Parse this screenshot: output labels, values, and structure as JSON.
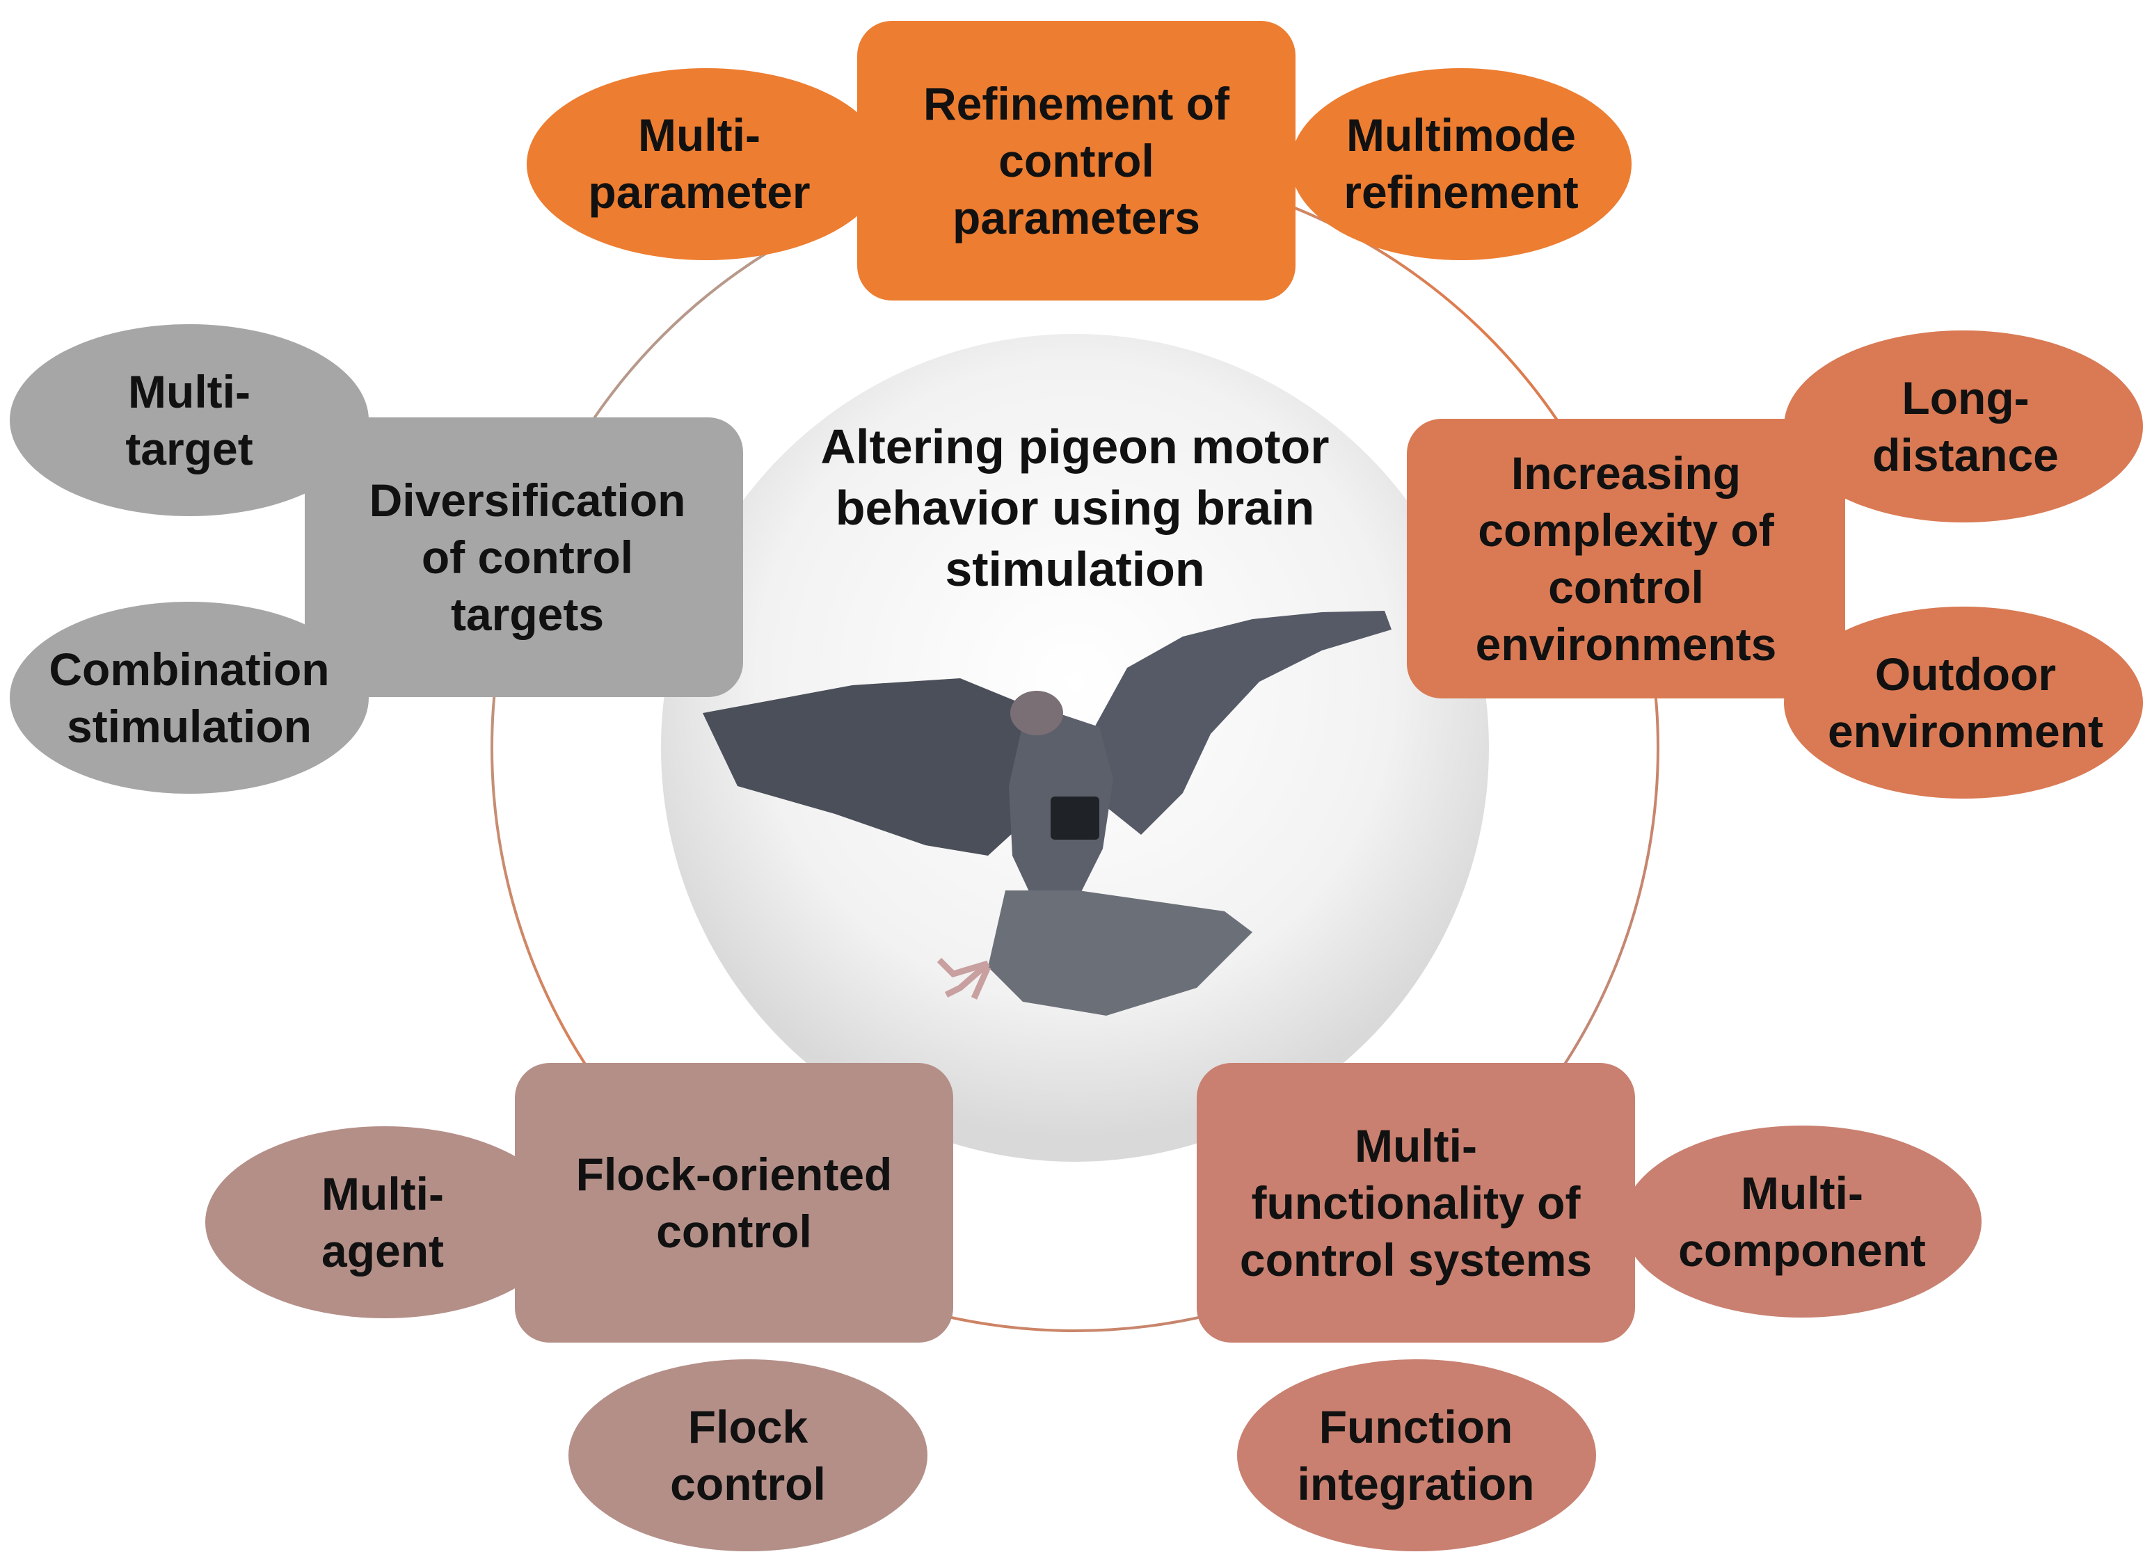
{
  "center": {
    "title": "Altering pigeon motor\nbehavior using brain\nstimulation",
    "image": "flying-pigeon-with-backpack-stimulator"
  },
  "branches": {
    "refinement": {
      "title": "Refinement of\ncontrol\nparameters",
      "left": "Multi-\nparameter",
      "right": "Multimode\nrefinement",
      "color": "#ED7D31"
    },
    "complexity": {
      "title": "Increasing\ncomplexity of\ncontrol\nenvironments",
      "top": "Long-\ndistance",
      "bottom": "Outdoor\nenvironment",
      "color": "#D97A54"
    },
    "multifunctionality": {
      "title": "Multi-\nfunctionality of\ncontrol systems",
      "right": "Multi-\ncomponent",
      "bottom": "Function\nintegration",
      "color": "#C98070"
    },
    "flock": {
      "title": "Flock-oriented\ncontrol",
      "left": "Multi-\nagent",
      "bottom": "Flock\ncontrol",
      "color": "#B48F88"
    },
    "diversification": {
      "title": "Diversification\nof control\ntargets",
      "top": "Multi-\ntarget",
      "bottom": "Combination\nstimulation",
      "color": "#A6A6A6"
    }
  }
}
